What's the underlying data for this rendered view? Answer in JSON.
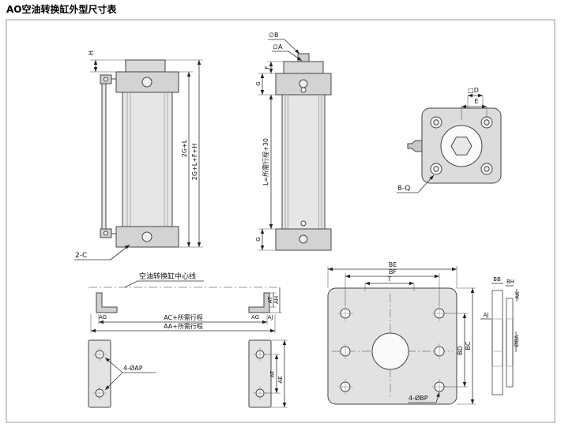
{
  "page": {
    "title": "AO空油转换缸外型尺寸表"
  },
  "front_view": {
    "dim_h": "H",
    "dim_total_inner": "2G+L",
    "dim_total_outer": "2G+L+F+H",
    "port_label": "2-C"
  },
  "side_view": {
    "dia_b": "∅B",
    "dia_a": "∅A",
    "dim_f": "F",
    "dim_g_top": "G",
    "dim_stroke": "L=所需行程+30",
    "dim_g_bottom": "G"
  },
  "top_view": {
    "dim_d": "□D",
    "dim_e": "E",
    "holes_label": "8-Q"
  },
  "mounting_view": {
    "centerline_label": "空油转换缸中心线",
    "dim_ac": "AC+所需行程",
    "dim_aa": "AA+所需行程",
    "dim_ag_left": "AG",
    "dim_ag_right": "AG",
    "dim_aj": "AJ",
    "dim_at": "AT",
    "dim_ah": "AH"
  },
  "foot_plates": {
    "holes_label": "4-ØAP",
    "dim_af": "AF",
    "dim_ae": "AE"
  },
  "base_plate": {
    "dim_be": "BE",
    "dim_bf": "BF",
    "dim_t": "T",
    "dim_bd": "BD",
    "dim_bc": "BC",
    "holes_label": "4-ØBP"
  },
  "section_view": {
    "dim_bb": "BB",
    "dim_bh": "BH",
    "dim_ak": "AK",
    "dim_aj": "AJ",
    "dim_ba": "ØBA"
  }
}
